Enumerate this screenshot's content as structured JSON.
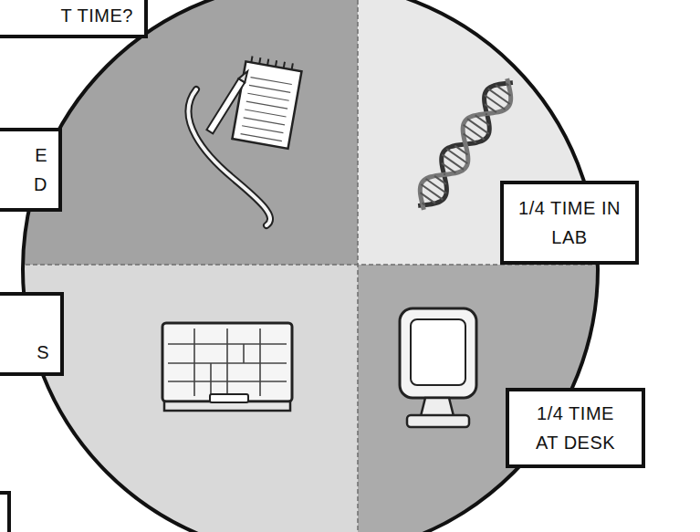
{
  "diagram": {
    "nodes": [
      {
        "text": [
          "T TIME?"
        ]
      },
      {
        "text": [
          "E D"
        ]
      },
      {
        "text": [
          "1/4 TIME IN LAB"
        ]
      },
      {
        "text": [
          "S"
        ]
      },
      {
        "text": [
          "1/4 TIME AT DESK"
        ]
      }
    ]
  }
}
